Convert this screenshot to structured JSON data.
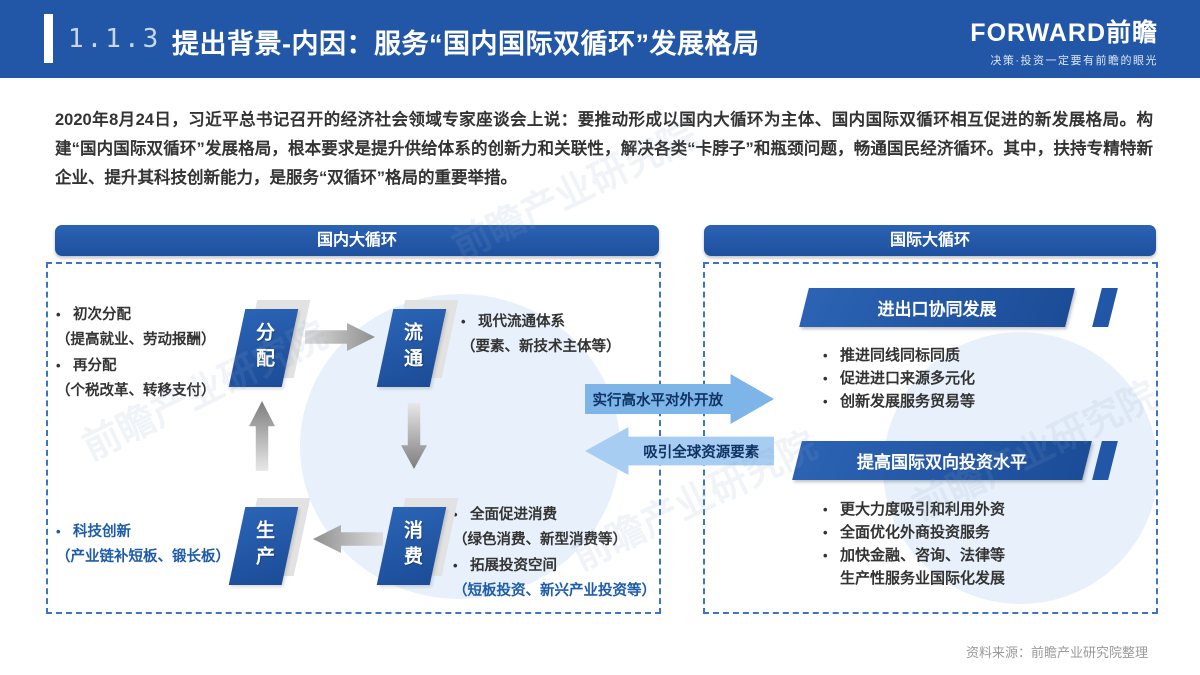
{
  "header": {
    "section_number": "1.1.3",
    "title": "提出背景-内因：服务“国内国际双循环”发展格局",
    "brand": "FORWARD前瞻",
    "brand_tagline": "决策·投资一定要有前瞻的眼光"
  },
  "intro": "2020年8月24日，习近平总书记召开的经济社会领域专家座谈会上说：要推动形成以国内大循环为主体、国内国际双循环相互促进的新发展格局。构建“国内国际双循环”发展格局，根本要求是提升供给体系的创新力和关联性，解决各类“卡脖子”和瓶颈问题，畅通国民经济循环。其中，扶持专精特新企业、提升其科技创新能力，是服务“双循环”格局的重要举措。",
  "domestic": {
    "title": "国内大循环",
    "node_distribution": "分配",
    "node_circulation": "流通",
    "node_production": "生产",
    "node_consumption": "消费",
    "distribution_notes": [
      "初次分配",
      "（提高就业、劳动报酬）",
      "再分配",
      "（个税改革、转移支付）"
    ],
    "circulation_notes": [
      "现代流通体系",
      "（要素、新技术主体等）"
    ],
    "production_notes": [
      "科技创新",
      "（产业链补短板、锻长板）"
    ],
    "consumption_notes": [
      "全面促进消费",
      "（绿色消费、新型消费等）",
      "拓展投资空间",
      "（短板投资、新兴产业投资等）"
    ]
  },
  "bridge": {
    "arrow_right_label": "实行高水平对外开放",
    "arrow_left_label": "吸引全球资源要素"
  },
  "international": {
    "title": "国际大循环",
    "section1_title": "进出口协同发展",
    "section1_items": [
      "推进同线同标同质",
      "促进进口来源多元化",
      "创新发展服务贸易等"
    ],
    "section2_title": "提高国际双向投资水平",
    "section2_items": [
      "更大力度吸引和利用外资",
      "全面优化外商投资服务",
      "加快金融、咨询、法律等",
      "生产性服务业国际化发展"
    ]
  },
  "footer": {
    "source": "资料来源：前瞻产业研究院整理"
  },
  "watermark": "前瞻产业研究院",
  "colors": {
    "header_bg": "#2257a7",
    "node_blue": "#1b4c97",
    "bridge_arrow_right": "#7db5e9",
    "bridge_arrow_left": "#a8cdf3",
    "dashed_border": "#3d74ca",
    "background_circle": "#e8f1fb",
    "accent_text_blue": "#1e5cab"
  }
}
